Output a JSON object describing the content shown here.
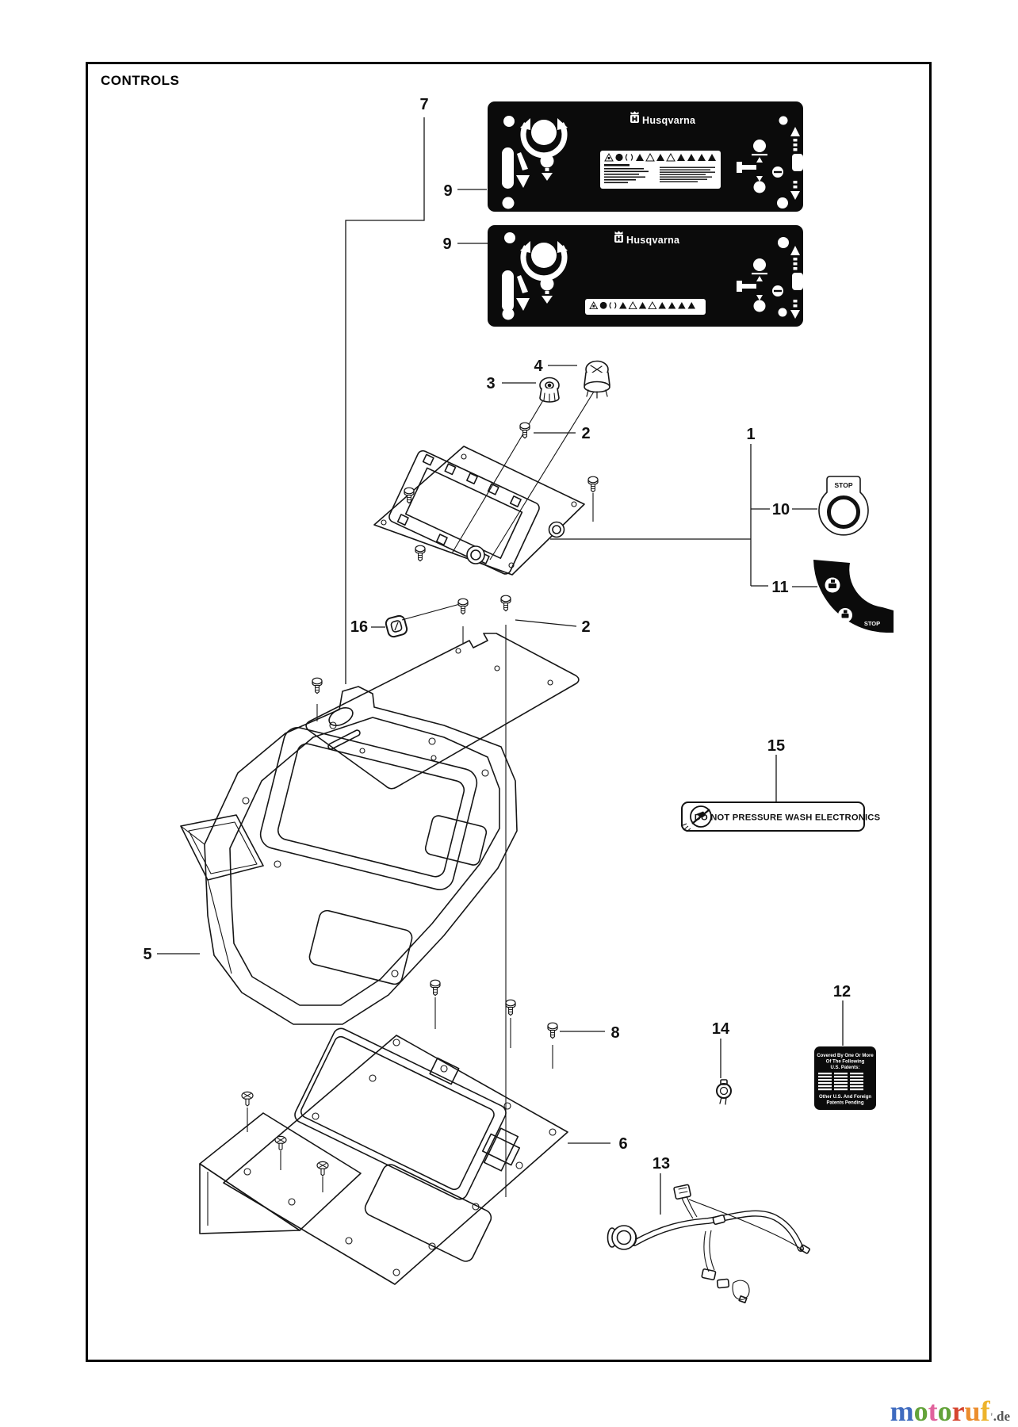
{
  "page": {
    "title": "CONTROLS"
  },
  "callouts": {
    "c1": "1",
    "c2a": "2",
    "c2b": "2",
    "c3": "3",
    "c4": "4",
    "c5": "5",
    "c6": "6",
    "c7": "7",
    "c8": "8",
    "c9a": "9",
    "c9b": "9",
    "c10": "10",
    "c11": "11",
    "c12": "12",
    "c13": "13",
    "c14": "14",
    "c15": "15",
    "c16": "16"
  },
  "decals": {
    "brand": "Husqvarna",
    "stop": "STOP",
    "pressure_wash": "DO NOT PRESSURE WASH ELECTRONICS",
    "patent": {
      "l1": "Covered By One Or More",
      "l2": "Of The Following",
      "l3": "U.S. Patents:",
      "f1": "Other U.S. And Foreign",
      "f2": "Patents Pending"
    }
  },
  "logo": {
    "letters": [
      {
        "ch": "m",
        "color": "#3f6bbf"
      },
      {
        "ch": "o",
        "color": "#63a33a"
      },
      {
        "ch": "t",
        "color": "#e0639c"
      },
      {
        "ch": "o",
        "color": "#63a33a"
      },
      {
        "ch": "r",
        "color": "#d6452f"
      },
      {
        "ch": "u",
        "color": "#ec8d2d"
      },
      {
        "ch": "f",
        "color": "#edb32b"
      }
    ],
    "tick": "'",
    "suffix": ".de",
    "suffix_color": "#555555"
  }
}
